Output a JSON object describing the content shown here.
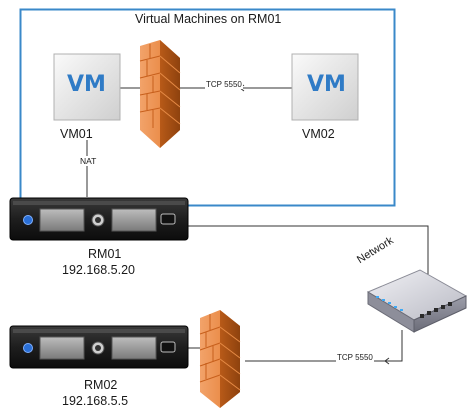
{
  "diagram": {
    "group_title": "Virtual Machines on RM01",
    "vm01": {
      "badge": "VM",
      "label": "VM01"
    },
    "vm02": {
      "badge": "VM",
      "label": "VM02"
    },
    "nat_label": "NAT",
    "tcp_top": "TCP 5550",
    "tcp_bottom": "TCP 5550",
    "rm01": {
      "name": "RM01",
      "ip": "192.168.5.20"
    },
    "rm02": {
      "name": "RM02",
      "ip": "192.168.5.5"
    },
    "network_label": "Network"
  }
}
